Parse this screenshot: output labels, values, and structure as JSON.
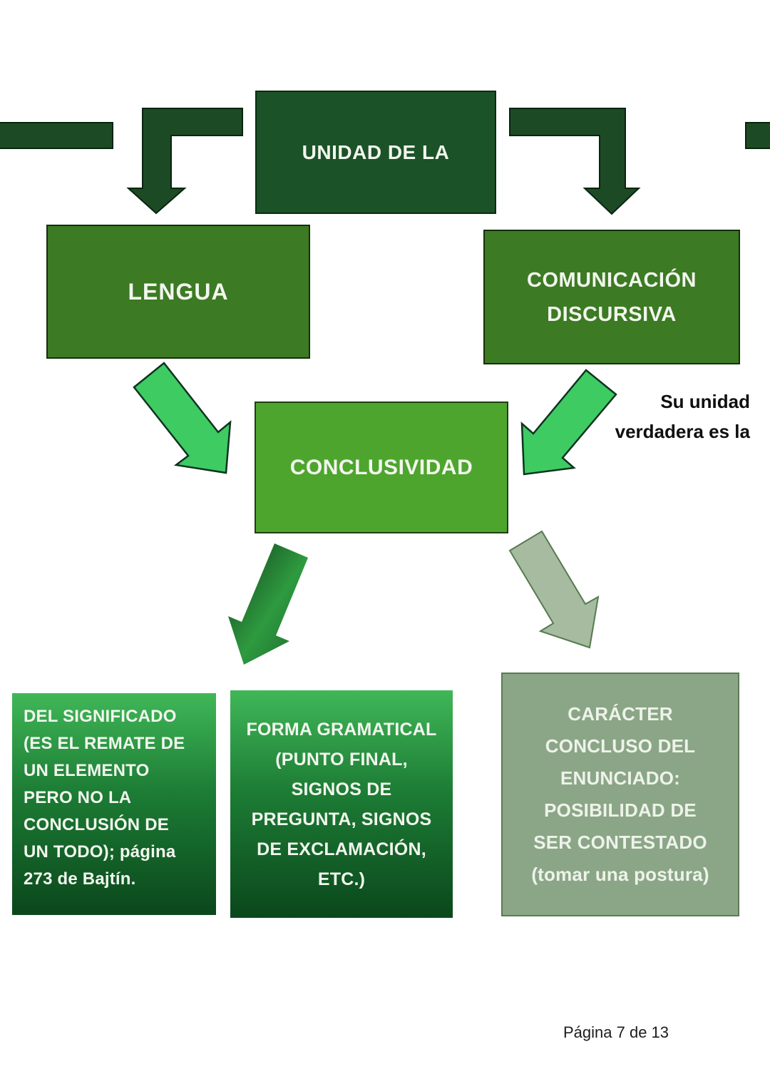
{
  "diagram": {
    "top_box": "UNIDAD DE LA",
    "lengua_box": "LENGUA",
    "comunicacion_box": "COMUNICACIÓN\nDISCURSIVA",
    "conclusividad_box": "CONCLUSIVIDAD",
    "annotation": "Su unidad\nverdadera es la",
    "significado_box": "DEL SIGNIFICADO\n(ES EL REMATE DE\nUN ELEMENTO\nPERO NO LA\nCONCLUSIÓN DE\nUN TODO); página\n273 de Bajtín.",
    "forma_box": "FORMA GRAMATICAL\n(PUNTO FINAL,\nSIGNOS DE\nPREGUNTA, SIGNOS\nDE EXCLAMACIÓN,\nETC.)",
    "caracter_box": "CARÁCTER\nCONCLUSO DEL\nENUNCIADO:\nPOSIBILIDAD DE\nSER CONTESTADO\n(tomar una postura)"
  },
  "footer": {
    "page_indicator": "Página 7 de 13"
  },
  "colors": {
    "dark_green_box": "#1c5228",
    "medium_green_box": "#3c7a23",
    "bright_green_box": "#4ea52e",
    "outlined_arrow_green": "#3ecb62",
    "gradient_box_top": "#40b758",
    "gradient_box_bottom": "#0b471c",
    "sage_green": "#8ba687",
    "light_text": "#f2f6ee",
    "dark_text": "#0f0f0f"
  }
}
